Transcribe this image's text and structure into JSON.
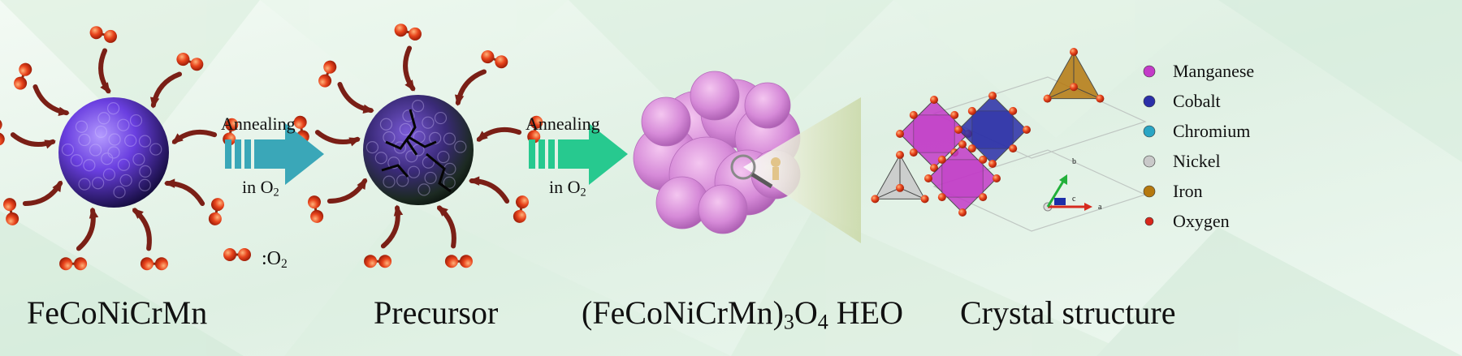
{
  "steps": {
    "alloy_label": "FeCoNiCrMn",
    "precursor_label": "Precursor",
    "heo_label_main": "(FeCoNiCrMn)",
    "heo_sub_3": "3",
    "heo_O": "O",
    "heo_sub_4": "4",
    "heo_suffix": " HEO",
    "crystal_label": "Crystal structure"
  },
  "arrows": [
    {
      "top": "Annealing",
      "bottom_prefix": "in O",
      "bottom_sub": "2",
      "color": "#3aa7b8"
    },
    {
      "top": "Annealing",
      "bottom_prefix": "in O",
      "bottom_sub": "2",
      "color": "#27c98f"
    }
  ],
  "o2_key": {
    "prefix": ":O",
    "sub": "2"
  },
  "axes_labels": {
    "b": "b",
    "c": "c",
    "a": "a"
  },
  "legend": [
    {
      "label": "Manganese",
      "color": "#c33bc8"
    },
    {
      "label": "Cobalt",
      "color": "#2b2fa8"
    },
    {
      "label": "Chromium",
      "color": "#2aa5c4"
    },
    {
      "label": "Nickel",
      "color": "#c9c9c9"
    },
    {
      "label": "Iron",
      "color": "#b5780f"
    },
    {
      "label": "Oxygen",
      "color": "#d8261b"
    }
  ],
  "colors": {
    "oxygen": "#e8441c",
    "curved_arrow": "#7a1f16",
    "sphere_core": "#6a3fe0",
    "heo_cluster": "#d68ad8"
  }
}
